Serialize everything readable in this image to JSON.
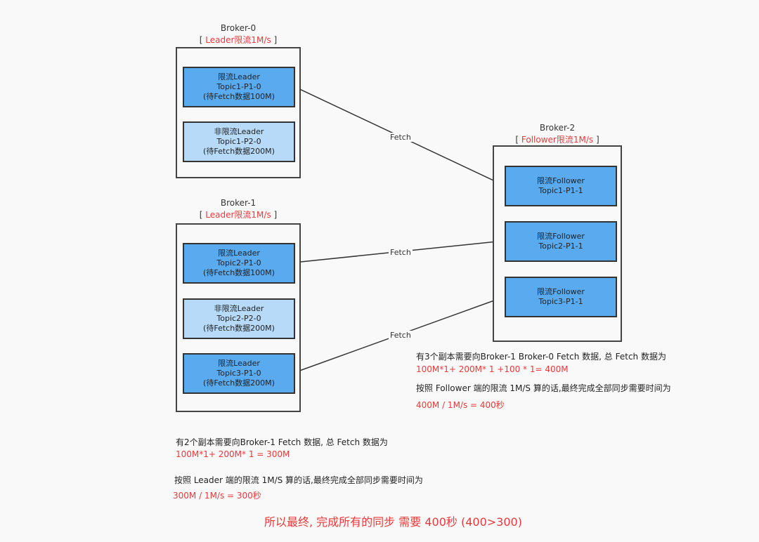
{
  "brokers": [
    {
      "name": "Broker-0",
      "limit_open": "[ ",
      "limit": "Leader限流1M/s",
      "limit_close": " ]",
      "partitions": [
        {
          "kind": "throttled",
          "lines": [
            "限流Leader",
            "Topic1-P1-0",
            "(待Fetch数据100M)"
          ]
        },
        {
          "kind": "free",
          "lines": [
            "非限流Leader",
            "Topic1-P2-0",
            "(待Fetch数据200M)"
          ]
        }
      ]
    },
    {
      "name": "Broker-1",
      "limit_open": "[ ",
      "limit": "Leader限流1M/s",
      "limit_close": " ]",
      "partitions": [
        {
          "kind": "throttled",
          "lines": [
            "限流Leader",
            "Topic2-P1-0",
            "(待Fetch数据100M)"
          ]
        },
        {
          "kind": "free",
          "lines": [
            "非限流Leader",
            "Topic2-P2-0",
            "(待Fetch数据200M)"
          ]
        },
        {
          "kind": "throttled",
          "lines": [
            "限流Leader",
            "Topic3-P1-0",
            "(待Fetch数据200M)"
          ]
        }
      ]
    },
    {
      "name": "Broker-2",
      "limit_open": "[ ",
      "limit": "Follower限流1M/s",
      "limit_close": " ]",
      "partitions": [
        {
          "kind": "throttled",
          "lines": [
            "限流Follower",
            "Topic1-P1-1"
          ]
        },
        {
          "kind": "throttled",
          "lines": [
            "限流Follower",
            "Topic2-P1-1"
          ]
        },
        {
          "kind": "throttled",
          "lines": [
            "限流Follower",
            "Topic3-P1-1"
          ]
        }
      ]
    }
  ],
  "fetch_labels": [
    "Fetch",
    "Fetch",
    "Fetch"
  ],
  "notes_right": {
    "line1": "有3个副本需要向Broker-1 Broker-0 Fetch 数据, 总 Fetch 数据为",
    "line2": "100M*1+ 200M* 1 +100 * 1= 400M",
    "line3": "按照 Follower 端的限流 1M/S 算的话,最终完成全部同步需要时间为",
    "line4": "400M / 1M/s = 400秒"
  },
  "notes_left": {
    "line1": "有2个副本需要向Broker-1 Fetch 数据, 总 Fetch 数据为",
    "line2": "100M*1+ 200M* 1 = 300M",
    "line3": "按照 Leader 端的限流 1M/S 算的话,最终完成全部同步需要时间为",
    "line4": "300M / 1M/s = 300秒"
  },
  "conclusion": "所以最终, 完成所有的同步 需要 400秒 (400>300)",
  "colors": {
    "throttled": "#5aaaf0",
    "free": "#b6daf8",
    "accent_red": "#e8393b",
    "border": "#444444"
  }
}
